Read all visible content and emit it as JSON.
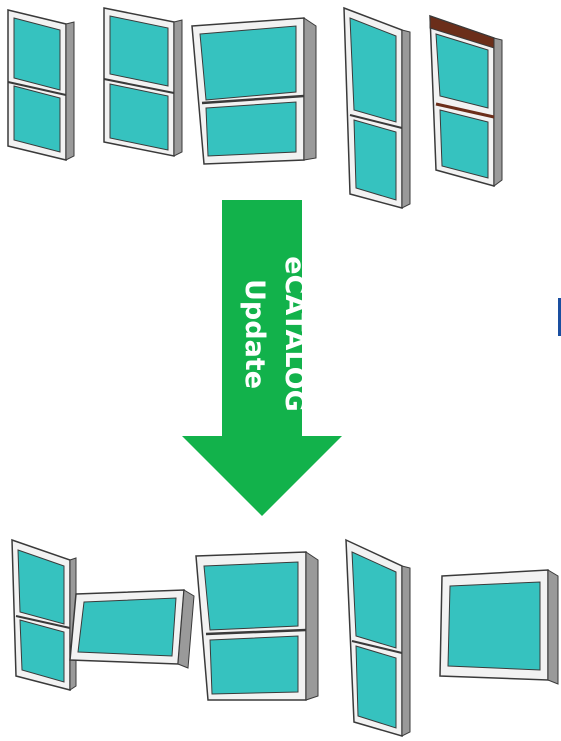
{
  "arrow": {
    "line1": "eCATALOG",
    "line2": "Update",
    "color": "#12b24b",
    "text_color": "#ffffff"
  },
  "colors": {
    "glass": "#36c2bf",
    "glass_light": "#7fdad6",
    "frame": "#f2f2f2",
    "frame_shade": "#9a9a9a",
    "outline": "#3a3a3a",
    "wood_head": "#6b2e1a",
    "edge_mark": "#1a4fa0"
  },
  "rows": {
    "before": {
      "windows": [
        {
          "kind": "double-hung",
          "variant": "tall"
        },
        {
          "kind": "double-hung",
          "variant": "standard"
        },
        {
          "kind": "double-hung",
          "variant": "wide"
        },
        {
          "kind": "double-hung",
          "variant": "tall"
        },
        {
          "kind": "double-hung",
          "variant": "wood-accent"
        }
      ]
    },
    "after": {
      "windows": [
        {
          "kind": "double-hung",
          "variant": "tall"
        },
        {
          "kind": "awning",
          "variant": "landscape"
        },
        {
          "kind": "double-hung",
          "variant": "wide"
        },
        {
          "kind": "double-hung",
          "variant": "tall"
        },
        {
          "kind": "picture",
          "variant": "square"
        }
      ]
    }
  }
}
